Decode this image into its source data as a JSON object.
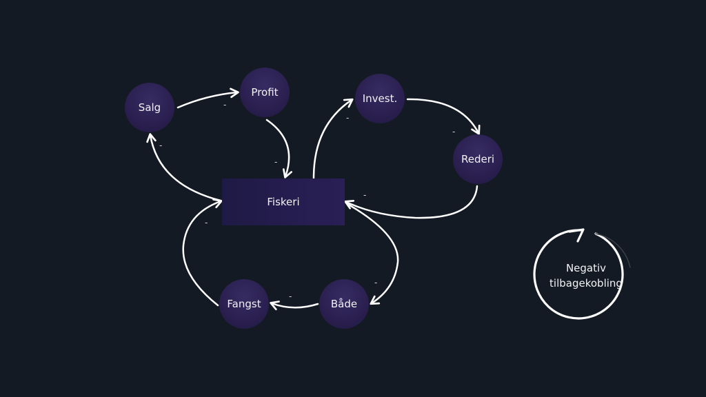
{
  "diagram": {
    "center": {
      "label": "Fiskeri"
    },
    "nodes": [
      {
        "id": "salg",
        "label": "Salg"
      },
      {
        "id": "profit",
        "label": "Profit"
      },
      {
        "id": "invest",
        "label": "Invest."
      },
      {
        "id": "rederi",
        "label": "Rederi"
      },
      {
        "id": "bade",
        "label": "Både"
      },
      {
        "id": "fangst",
        "label": "Fangst"
      }
    ],
    "edges": [
      {
        "from": "salg",
        "to": "profit",
        "sign": "-"
      },
      {
        "from": "profit",
        "to": "fiskeri",
        "sign": "-"
      },
      {
        "from": "fiskeri",
        "to": "salg",
        "sign": "-"
      },
      {
        "from": "fiskeri",
        "to": "invest",
        "sign": "-"
      },
      {
        "from": "invest",
        "to": "rederi",
        "sign": "-"
      },
      {
        "from": "rederi",
        "to": "fiskeri",
        "sign": "-"
      },
      {
        "from": "fiskeri",
        "to": "bade",
        "sign": "-"
      },
      {
        "from": "bade",
        "to": "fangst",
        "sign": "-"
      },
      {
        "from": "fangst",
        "to": "fiskeri",
        "sign": "-"
      }
    ]
  },
  "legend": {
    "line1": "Negativ",
    "line2": "tilbagekobling"
  },
  "colors": {
    "background": "#131a23",
    "node": "#2a1f4f",
    "arrow": "#ffffff"
  }
}
